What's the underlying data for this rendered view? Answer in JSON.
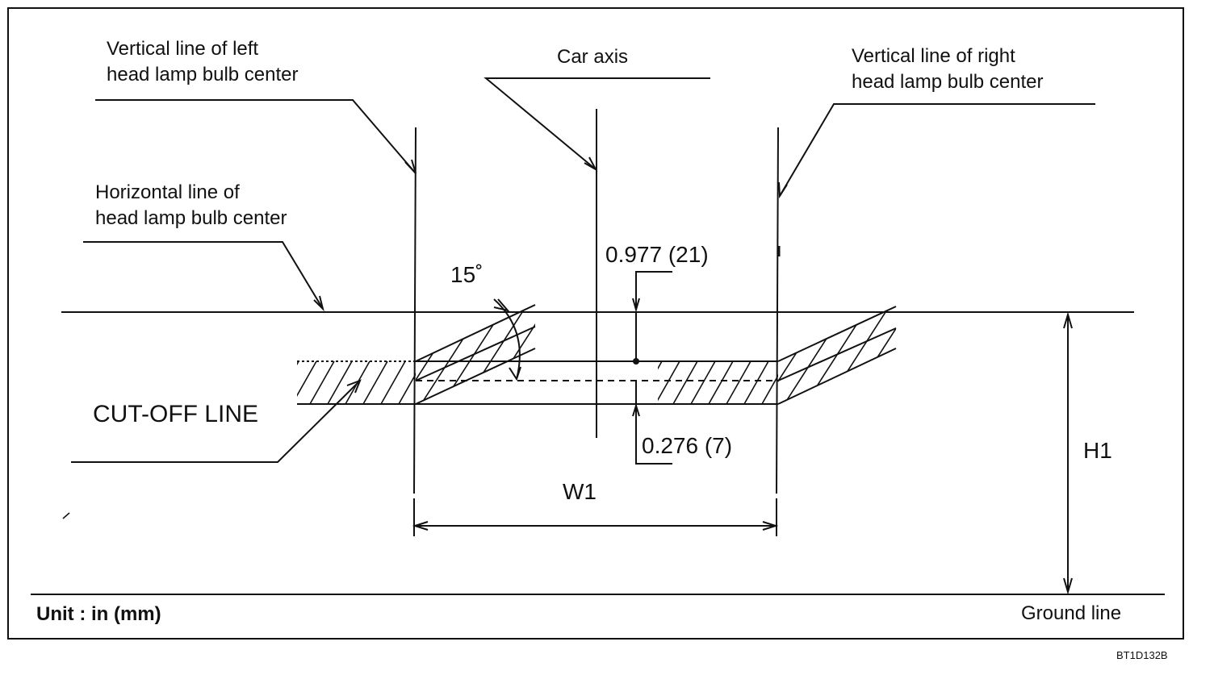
{
  "labels": {
    "left_vertical": [
      "Vertical line of left",
      "head lamp bulb center"
    ],
    "car_axis": "Car axis",
    "right_vertical": [
      "Vertical line of right",
      "head lamp bulb center"
    ],
    "horizontal": [
      "Horizontal line of",
      "head lamp bulb center"
    ],
    "cutoff_line": "CUT-OFF LINE",
    "angle": "15˚",
    "dim_upper": "0.977 (21)",
    "dim_lower": "0.276 (7)",
    "width": "W1",
    "height": "H1",
    "unit": "Unit : in (mm)",
    "ground_line": "Ground line",
    "figure_code": "BT1D132B"
  }
}
